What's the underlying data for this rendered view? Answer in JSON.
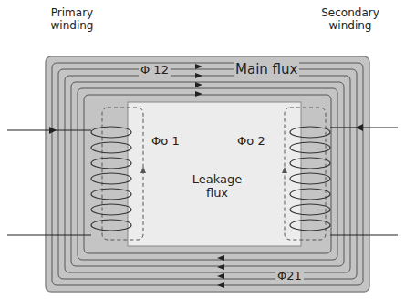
{
  "diagram": {
    "labels": [
      "Primary winding",
      "Secondary winding",
      "Φ 12",
      "Main flux",
      "Φσ 1",
      "Φσ 2",
      "Leakage flux",
      "Φ21"
    ]
  }
}
